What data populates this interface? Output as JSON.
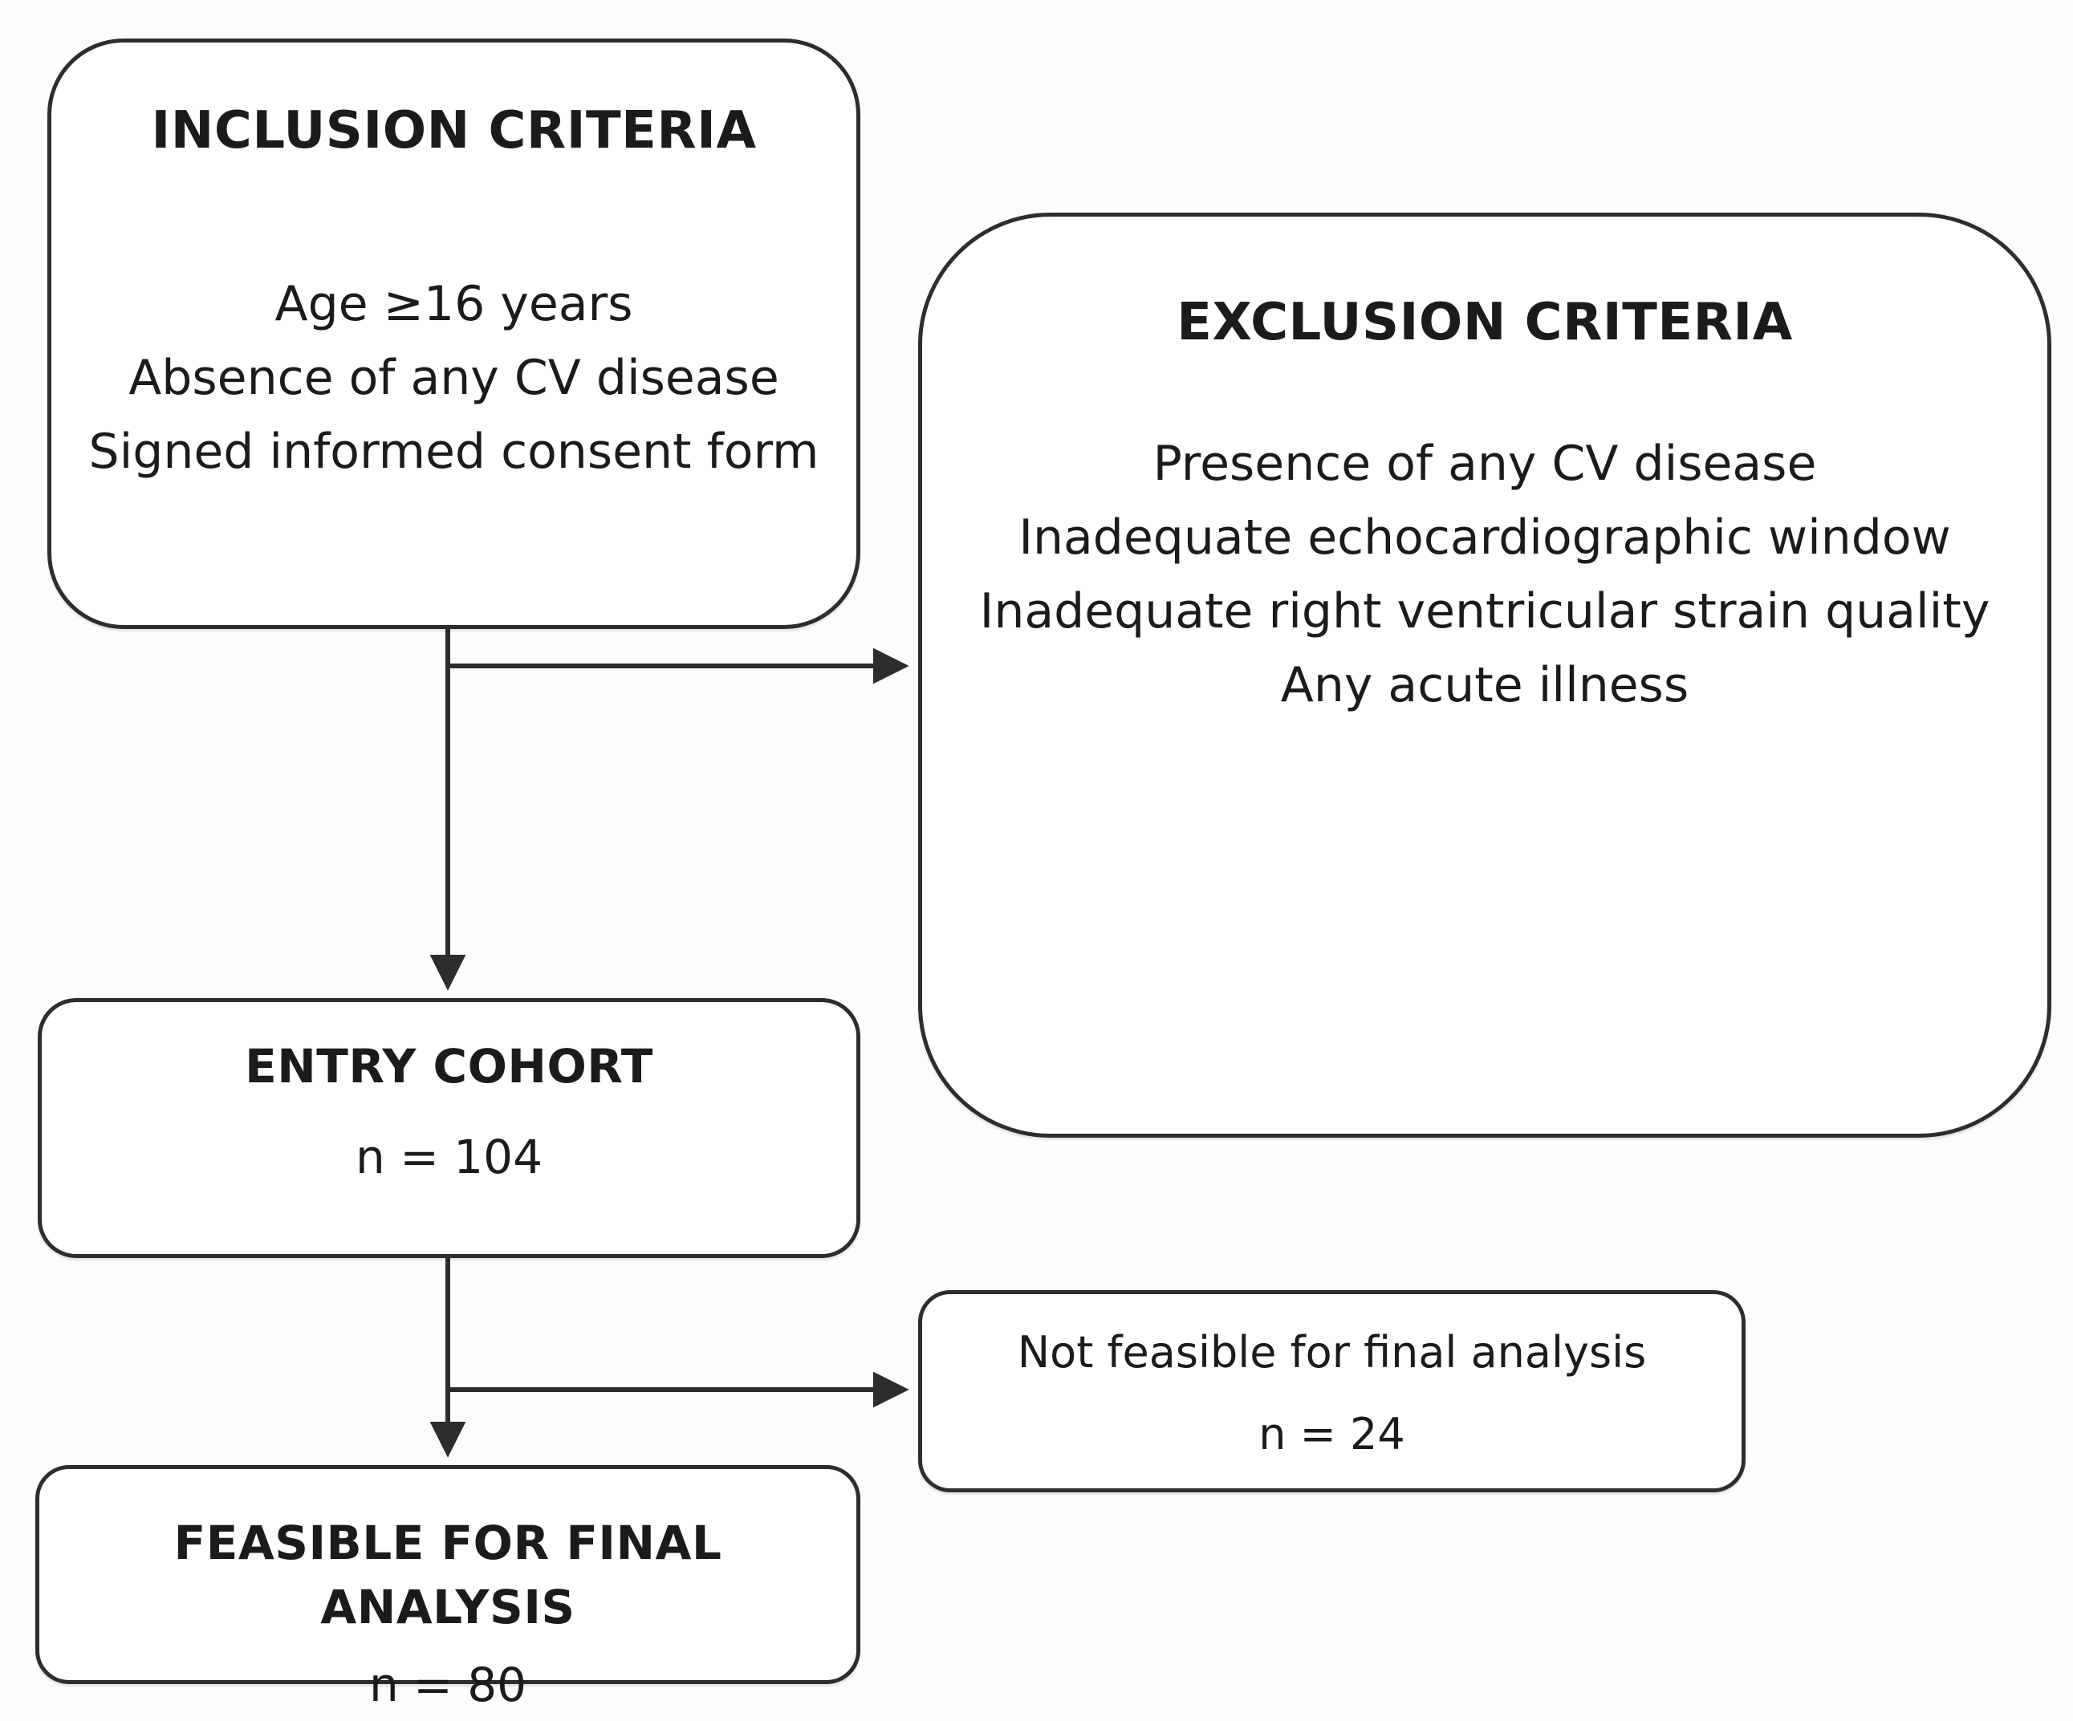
{
  "colors": {
    "background": "#fdfdfd",
    "box_fill": "#ffffff",
    "border": "#2d2d2d",
    "text": "#1b1b1b"
  },
  "boxes": {
    "inclusion": {
      "title": "INCLUSION CRITERIA",
      "lines": [
        "Age ≥16 years",
        "Absence of any CV disease",
        "Signed informed consent form"
      ]
    },
    "exclusion": {
      "title": "EXCLUSION CRITERIA",
      "lines": [
        "Presence of any CV disease",
        "Inadequate echocardiographic window",
        "Inadequate right ventricular strain quality",
        "Any acute illness"
      ]
    },
    "entry_cohort": {
      "title": "ENTRY COHORT",
      "count": "n = 104"
    },
    "not_feasible": {
      "label": "Not feasible for final analysis",
      "count": "n = 24"
    },
    "feasible": {
      "title": "FEASIBLE FOR FINAL ANALYSIS",
      "count": "n = 80"
    }
  }
}
